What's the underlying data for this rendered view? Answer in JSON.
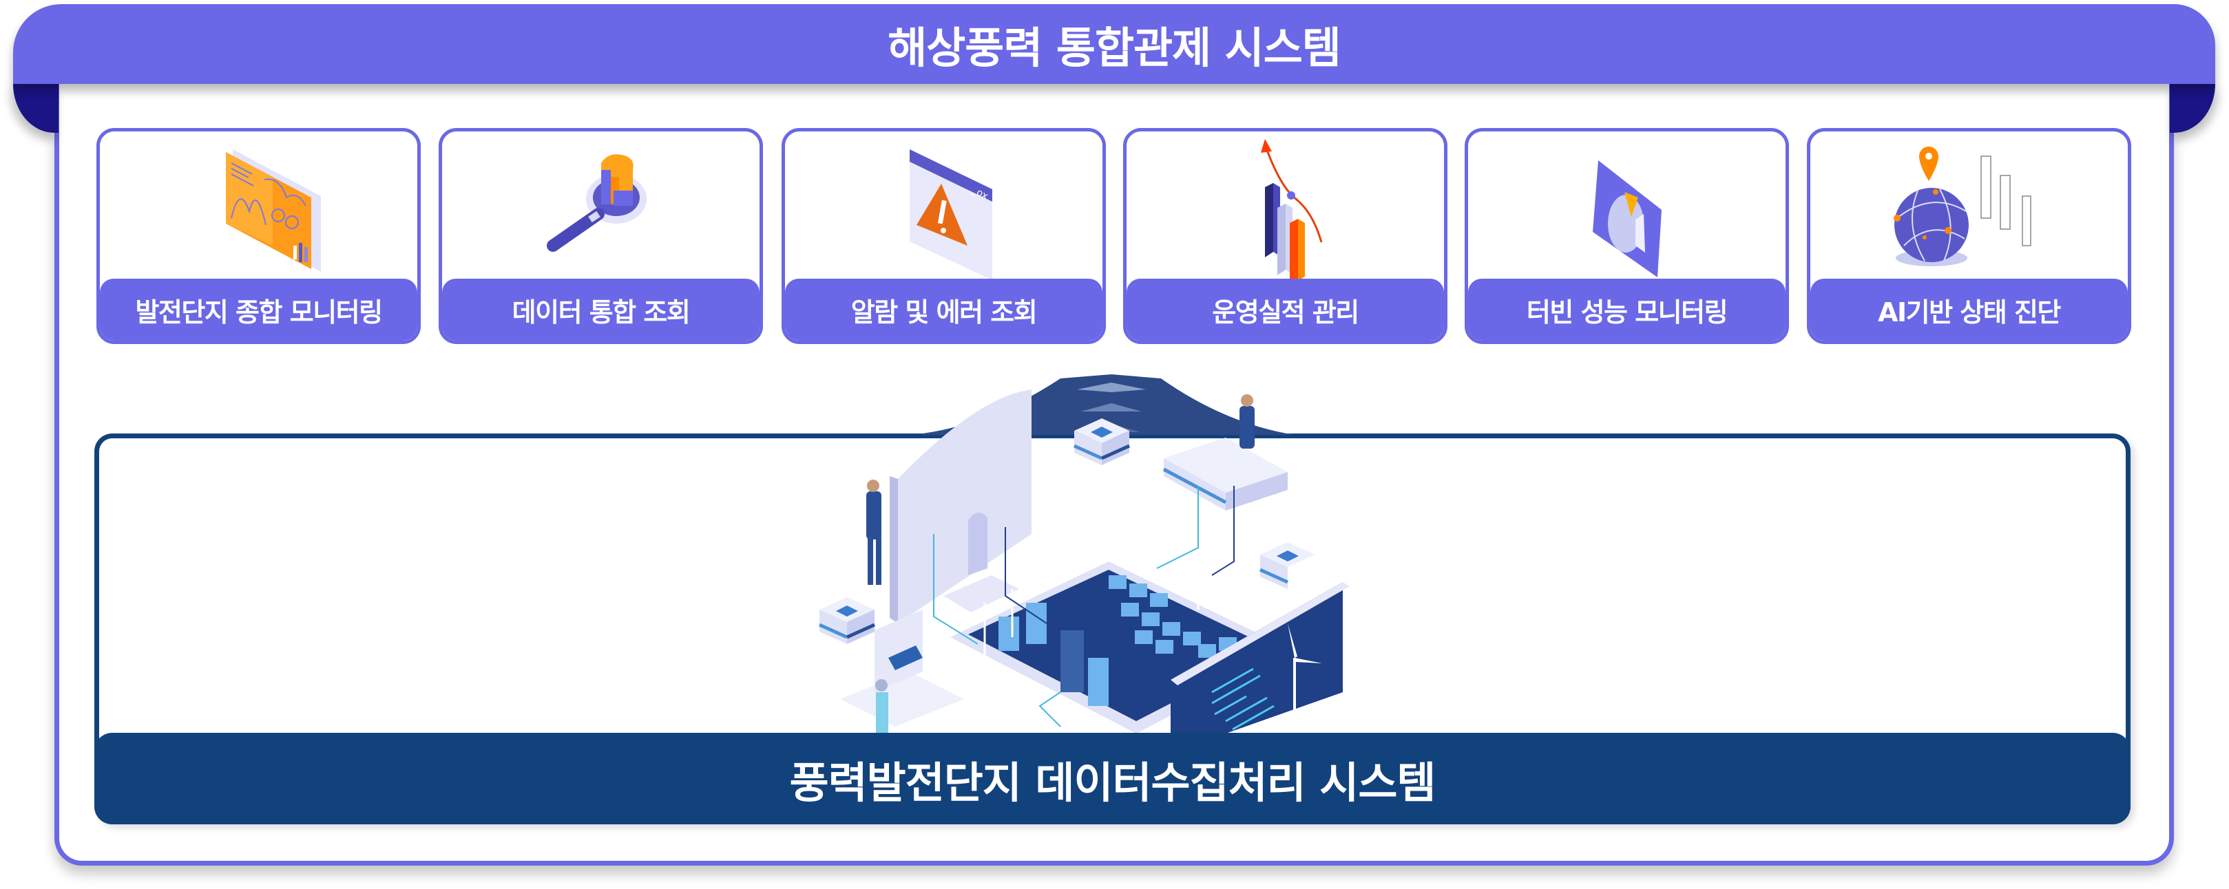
{
  "header": {
    "title": "해상풍력 통합관제 시스템"
  },
  "modules": [
    {
      "label": "발전단지 종합 모니터링",
      "icon": "dashboard-tablet-icon"
    },
    {
      "label": "데이터 통합 조회",
      "icon": "magnifier-chart-icon"
    },
    {
      "label": "알람 및 에러 조회",
      "icon": "warning-window-icon"
    },
    {
      "label": "운영실적 관리",
      "icon": "bar-chart-trend-icon"
    },
    {
      "label": "터빈 성능 모니터링",
      "icon": "pie-chart-panel-icon"
    },
    {
      "label": "AI기반 상태 진단",
      "icon": "globe-network-icon"
    }
  ],
  "data_system": {
    "caption": "풍력발전단지 데이터수집처리 시스템",
    "illustration": "isometric-wind-farm-data-center"
  },
  "colors": {
    "primary": "#6a68e6",
    "fold": "#1a1485",
    "navy": "#12427c",
    "orange": "#ff8a00",
    "white": "#ffffff"
  }
}
